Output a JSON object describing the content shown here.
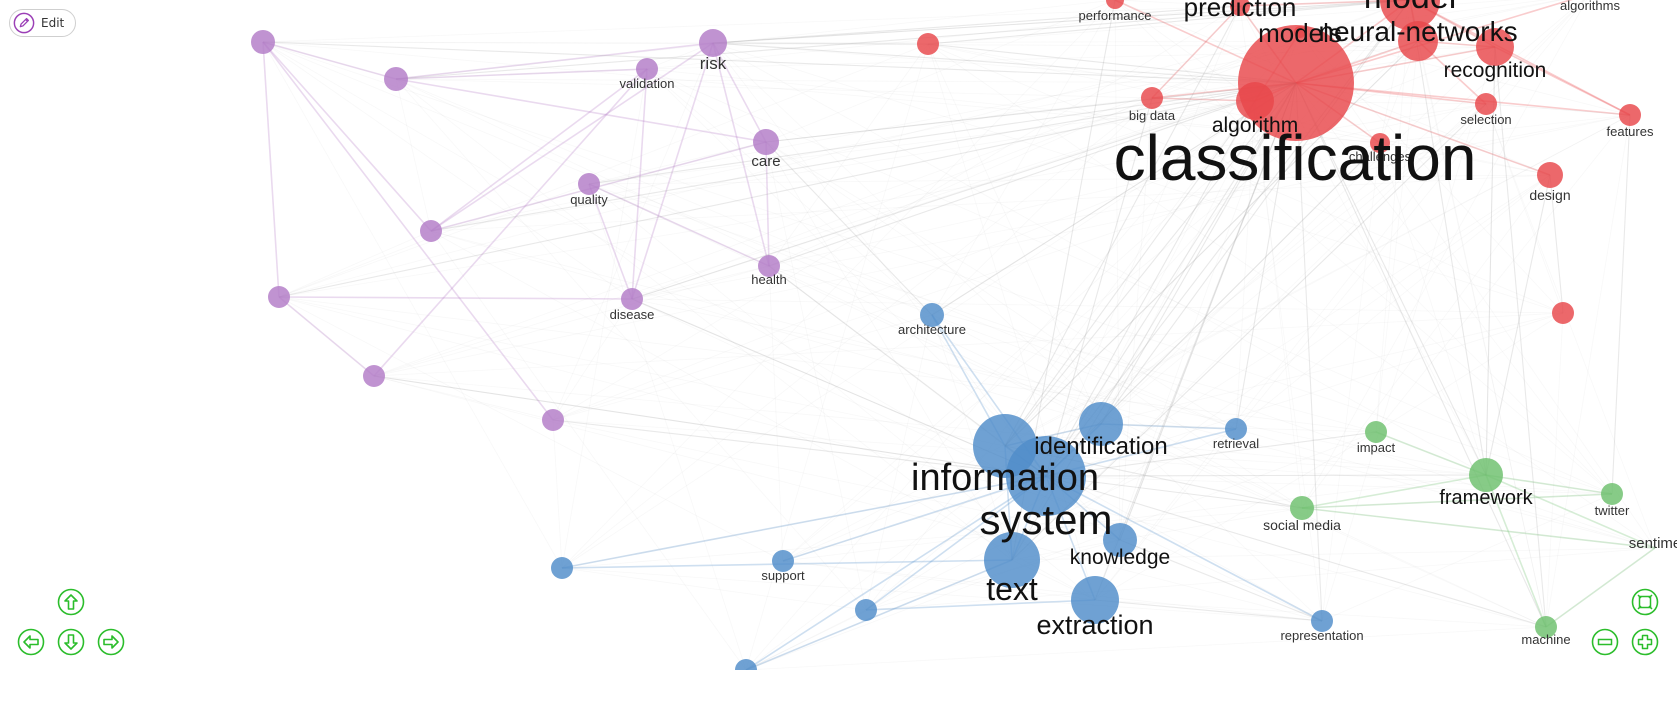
{
  "toolbar": {
    "edit_label": "Edit",
    "edit_icon": "pencil-icon"
  },
  "navigation": {
    "accent_color": "#2bbd2b",
    "buttons": [
      "arrow-up-icon",
      "arrow-left-icon",
      "arrow-down-icon",
      "arrow-right-icon",
      "zoom-fit-icon",
      "zoom-out-icon",
      "zoom-in-icon"
    ]
  },
  "clusters": {
    "red": "#e8474b",
    "blue": "#4f8cc9",
    "green": "#6cc06c",
    "purple": "#b27bc7"
  },
  "nodes": [
    {
      "id": "model",
      "label": "model",
      "cluster": "red"
    },
    {
      "id": "prediction",
      "label": "prediction",
      "cluster": "red"
    },
    {
      "id": "performance",
      "label": "performance",
      "cluster": "red"
    },
    {
      "id": "algorithms",
      "label": "algorithms",
      "cluster": "red"
    },
    {
      "id": "models",
      "label": "models",
      "cluster": "red"
    },
    {
      "id": "neural-networks",
      "label": "neural-networks",
      "cluster": "red"
    },
    {
      "id": "recognition",
      "label": "recognition",
      "cluster": "red"
    },
    {
      "id": "big-data",
      "label": "big data",
      "cluster": "red"
    },
    {
      "id": "algorithm",
      "label": "algorithm",
      "cluster": "red"
    },
    {
      "id": "selection",
      "label": "selection",
      "cluster": "red"
    },
    {
      "id": "features",
      "label": "features",
      "cluster": "red"
    },
    {
      "id": "challenges",
      "label": "challenges",
      "cluster": "red"
    },
    {
      "id": "classification",
      "label": "classification",
      "cluster": "red"
    },
    {
      "id": "design",
      "label": "design",
      "cluster": "red"
    },
    {
      "id": "red-a",
      "label": "",
      "cluster": "red"
    },
    {
      "id": "red-b",
      "label": "",
      "cluster": "red"
    },
    {
      "id": "risk",
      "label": "risk",
      "cluster": "purple"
    },
    {
      "id": "validation",
      "label": "validation",
      "cluster": "purple"
    },
    {
      "id": "care",
      "label": "care",
      "cluster": "purple"
    },
    {
      "id": "quality",
      "label": "quality",
      "cluster": "purple"
    },
    {
      "id": "health",
      "label": "health",
      "cluster": "purple"
    },
    {
      "id": "disease",
      "label": "disease",
      "cluster": "purple"
    },
    {
      "id": "purple-a",
      "label": "",
      "cluster": "purple"
    },
    {
      "id": "purple-b",
      "label": "",
      "cluster": "purple"
    },
    {
      "id": "purple-c",
      "label": "",
      "cluster": "purple"
    },
    {
      "id": "purple-d",
      "label": "",
      "cluster": "purple"
    },
    {
      "id": "purple-e",
      "label": "",
      "cluster": "purple"
    },
    {
      "id": "purple-f",
      "label": "",
      "cluster": "purple"
    },
    {
      "id": "architecture",
      "label": "architecture",
      "cluster": "blue"
    },
    {
      "id": "retrieval",
      "label": "retrieval",
      "cluster": "blue"
    },
    {
      "id": "identification",
      "label": "identification",
      "cluster": "blue"
    },
    {
      "id": "information",
      "label": "information",
      "cluster": "blue"
    },
    {
      "id": "system",
      "label": "system",
      "cluster": "blue"
    },
    {
      "id": "knowledge",
      "label": "knowledge",
      "cluster": "blue"
    },
    {
      "id": "text",
      "label": "text",
      "cluster": "blue"
    },
    {
      "id": "extraction",
      "label": "extraction",
      "cluster": "blue"
    },
    {
      "id": "support",
      "label": "support",
      "cluster": "blue"
    },
    {
      "id": "representation",
      "label": "representation",
      "cluster": "blue"
    },
    {
      "id": "blue-a",
      "label": "",
      "cluster": "blue"
    },
    {
      "id": "blue-b",
      "label": "",
      "cluster": "blue"
    },
    {
      "id": "blue-c",
      "label": "",
      "cluster": "blue"
    },
    {
      "id": "impact",
      "label": "impact",
      "cluster": "green"
    },
    {
      "id": "framework",
      "label": "framework",
      "cluster": "green"
    },
    {
      "id": "twitter",
      "label": "twitter",
      "cluster": "green"
    },
    {
      "id": "social-media",
      "label": "social media",
      "cluster": "green"
    },
    {
      "id": "sentiment",
      "label": "sentime",
      "cluster": "green"
    },
    {
      "id": "machine",
      "label": "machine",
      "cluster": "green"
    }
  ]
}
